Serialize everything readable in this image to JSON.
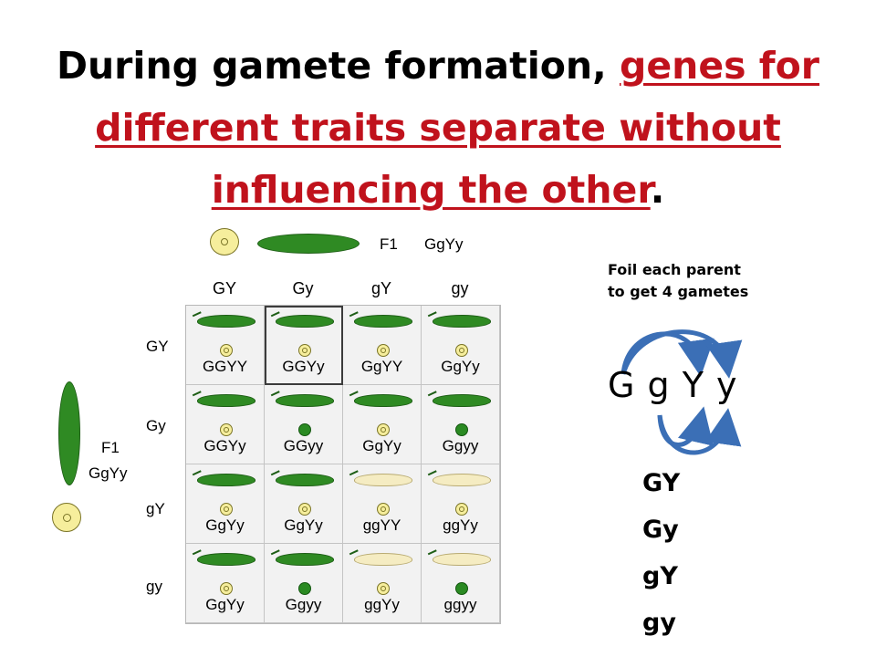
{
  "title": {
    "part1": "During gamete formation, ",
    "part2": "genes for different traits separate without influencing the other",
    "part3": "."
  },
  "punnett": {
    "top_parent_label": "F1",
    "top_parent_genotype": "GgYy",
    "side_parent_label": "F1",
    "side_parent_genotype": "GgYy",
    "column_headers": [
      "GY",
      "Gy",
      "gY",
      "gy"
    ],
    "row_headers": [
      "GY",
      "Gy",
      "gY",
      "gy"
    ],
    "cells": [
      [
        {
          "genotype": "GGYY",
          "pod": "green",
          "seed": "yellow"
        },
        {
          "genotype": "GGYy",
          "pod": "green",
          "seed": "yellow"
        },
        {
          "genotype": "GgYY",
          "pod": "green",
          "seed": "yellow"
        },
        {
          "genotype": "GgYy",
          "pod": "green",
          "seed": "yellow"
        }
      ],
      [
        {
          "genotype": "GGYy",
          "pod": "green",
          "seed": "yellow"
        },
        {
          "genotype": "GGyy",
          "pod": "green",
          "seed": "green"
        },
        {
          "genotype": "GgYy",
          "pod": "green",
          "seed": "yellow"
        },
        {
          "genotype": "Ggyy",
          "pod": "green",
          "seed": "green"
        }
      ],
      [
        {
          "genotype": "GgYy",
          "pod": "green",
          "seed": "yellow"
        },
        {
          "genotype": "GgYy",
          "pod": "green",
          "seed": "yellow"
        },
        {
          "genotype": "ggYY",
          "pod": "yellow",
          "seed": "yellow"
        },
        {
          "genotype": "ggYy",
          "pod": "yellow",
          "seed": "yellow"
        }
      ],
      [
        {
          "genotype": "GgYy",
          "pod": "green",
          "seed": "yellow"
        },
        {
          "genotype": "Ggyy",
          "pod": "green",
          "seed": "green"
        },
        {
          "genotype": "ggYy",
          "pod": "yellow",
          "seed": "yellow"
        },
        {
          "genotype": "ggyy",
          "pod": "yellow",
          "seed": "green"
        }
      ]
    ]
  },
  "foil": {
    "line1": "Foil each parent",
    "line2": "to get 4 gametes"
  },
  "alleles": "G g Y y",
  "gametes": [
    "GY",
    "Gy",
    "gY",
    "gy"
  ],
  "colors": {
    "title_red": "#c0121c",
    "arrow_blue": "#3b6fb6",
    "pod_green": "#2f8a23",
    "seed_yellow": "#f6ee9c"
  }
}
